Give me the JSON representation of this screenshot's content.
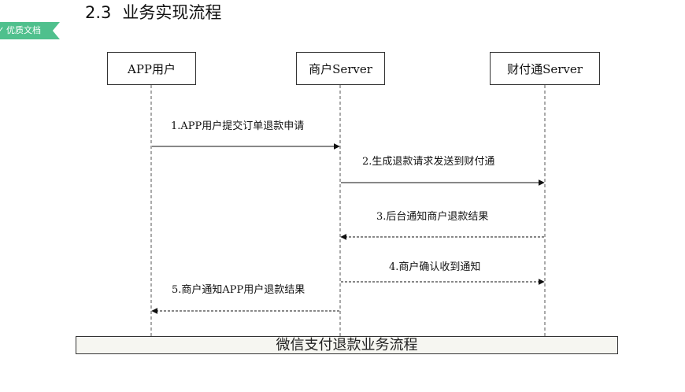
{
  "badge": {
    "label": "优质文档"
  },
  "section": {
    "number": "2.3",
    "title": "业务实现流程"
  },
  "actors": {
    "app": "APP用户",
    "merchant": "商户Server",
    "tenpay": "财付通Server"
  },
  "messages": [
    "1.APP用户提交订单退款申请",
    "2.生成退款请求发送到财付通",
    "3.后台通知商户退款结果",
    "4.商户确认收到通知",
    "5.商户通知APP用户退款结果"
  ],
  "caption": "微信支付退款业务流程",
  "colors": {
    "badge": "#4fc08d",
    "line": "#333333"
  }
}
